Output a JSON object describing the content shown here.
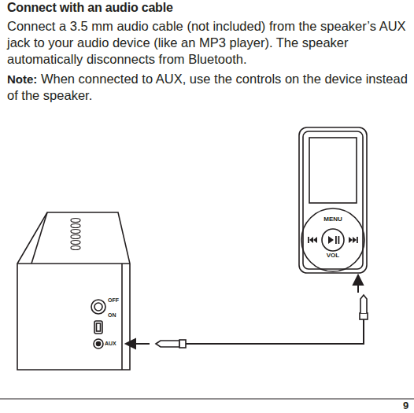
{
  "diagram": {
    "title": "Connect with an audio cable",
    "labels": [
      "Connect a 3.5 mm audio cable (not included) from the speaker’s AUX jack to your audio device (like an MP3 player). The speaker automatically disconnects from Bluetooth.",
      "Note:",
      "When connected to AUX, use the controls on the device instead of the speaker.",
      "OFF",
      "ON",
      "AUX",
      "MENU",
      "VOL",
      "9"
    ]
  }
}
